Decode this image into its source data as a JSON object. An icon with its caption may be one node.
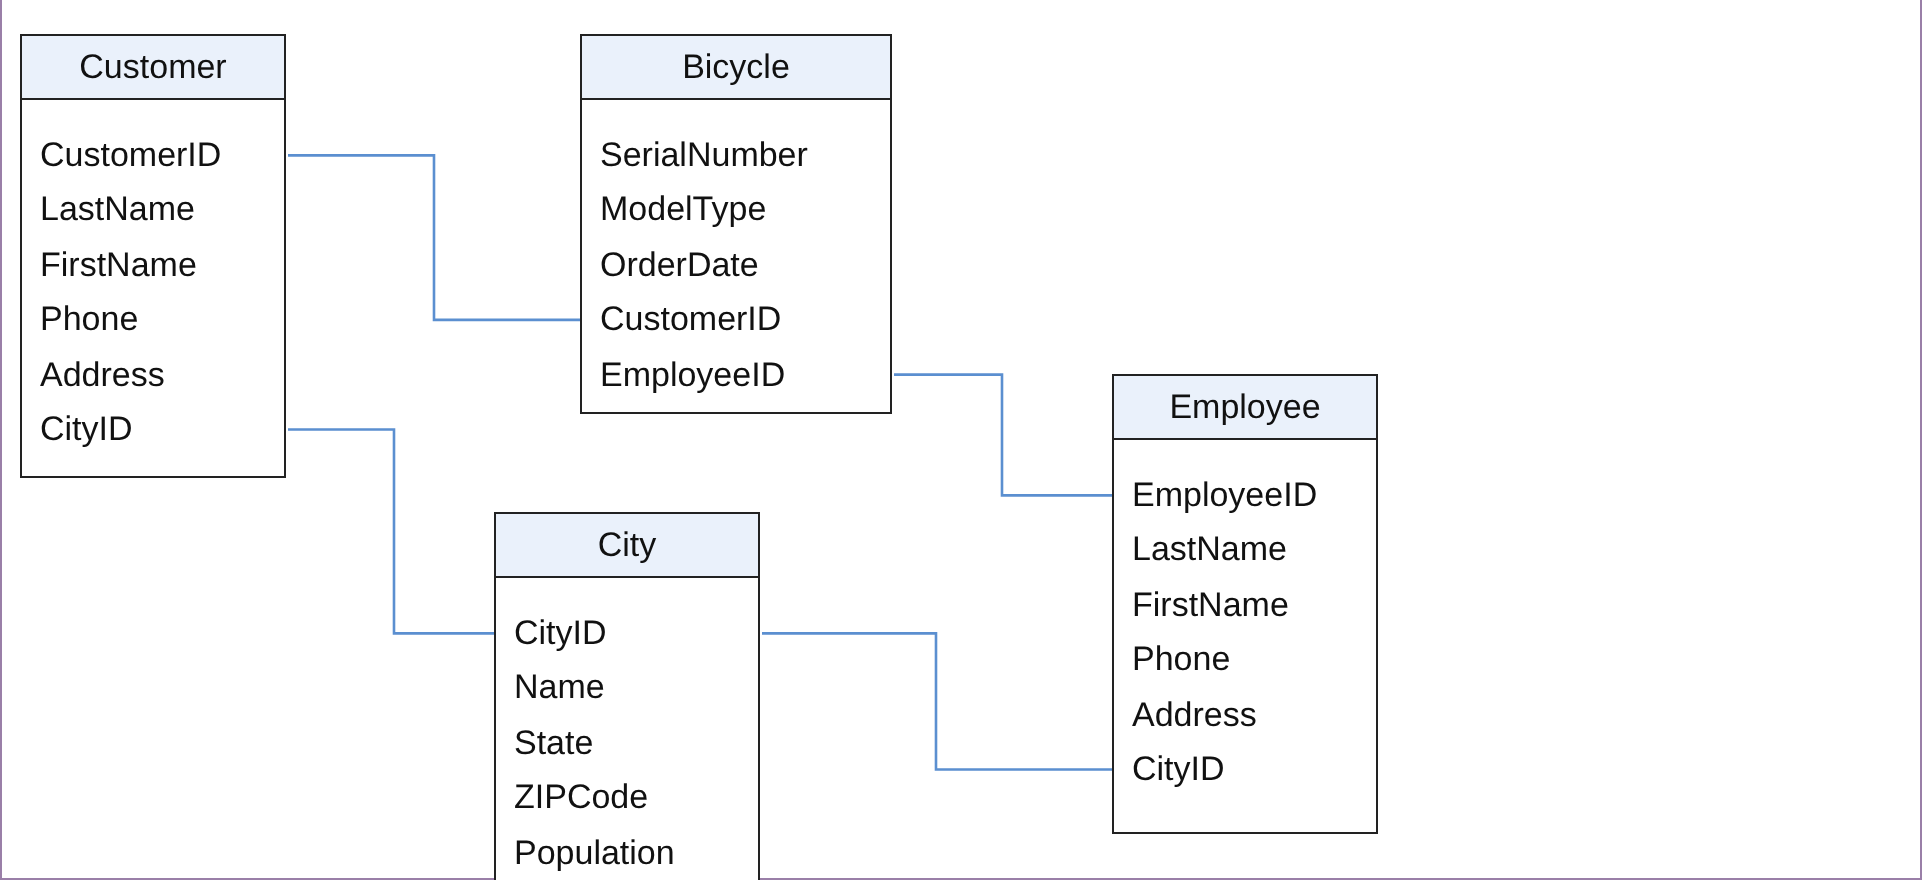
{
  "diagram": {
    "nodes": [
      {
        "text": [
          "Customer",
          "CustomerID",
          "LastName",
          "FirstName",
          "Phone",
          "Address",
          "CityID"
        ]
      },
      {
        "text": [
          "Bicycle",
          "SerialNumber",
          "ModelType",
          "OrderDate",
          "CustomerID",
          "EmployeeID"
        ]
      },
      {
        "text": [
          "Employee",
          "EmployeeID",
          "LastName",
          "FirstName",
          "Phone",
          "Address",
          "CityID"
        ]
      },
      {
        "text": [
          "City",
          "CityID",
          "Name",
          "State",
          "ZIPCode",
          "Population"
        ]
      }
    ],
    "edges": [
      {
        "from": 0,
        "to": 1,
        "arrow": "none"
      },
      {
        "from": 1,
        "to": 2,
        "arrow": "none"
      },
      {
        "from": 0,
        "to": 3,
        "arrow": "none"
      },
      {
        "from": 3,
        "to": 2,
        "arrow": "none"
      }
    ]
  }
}
